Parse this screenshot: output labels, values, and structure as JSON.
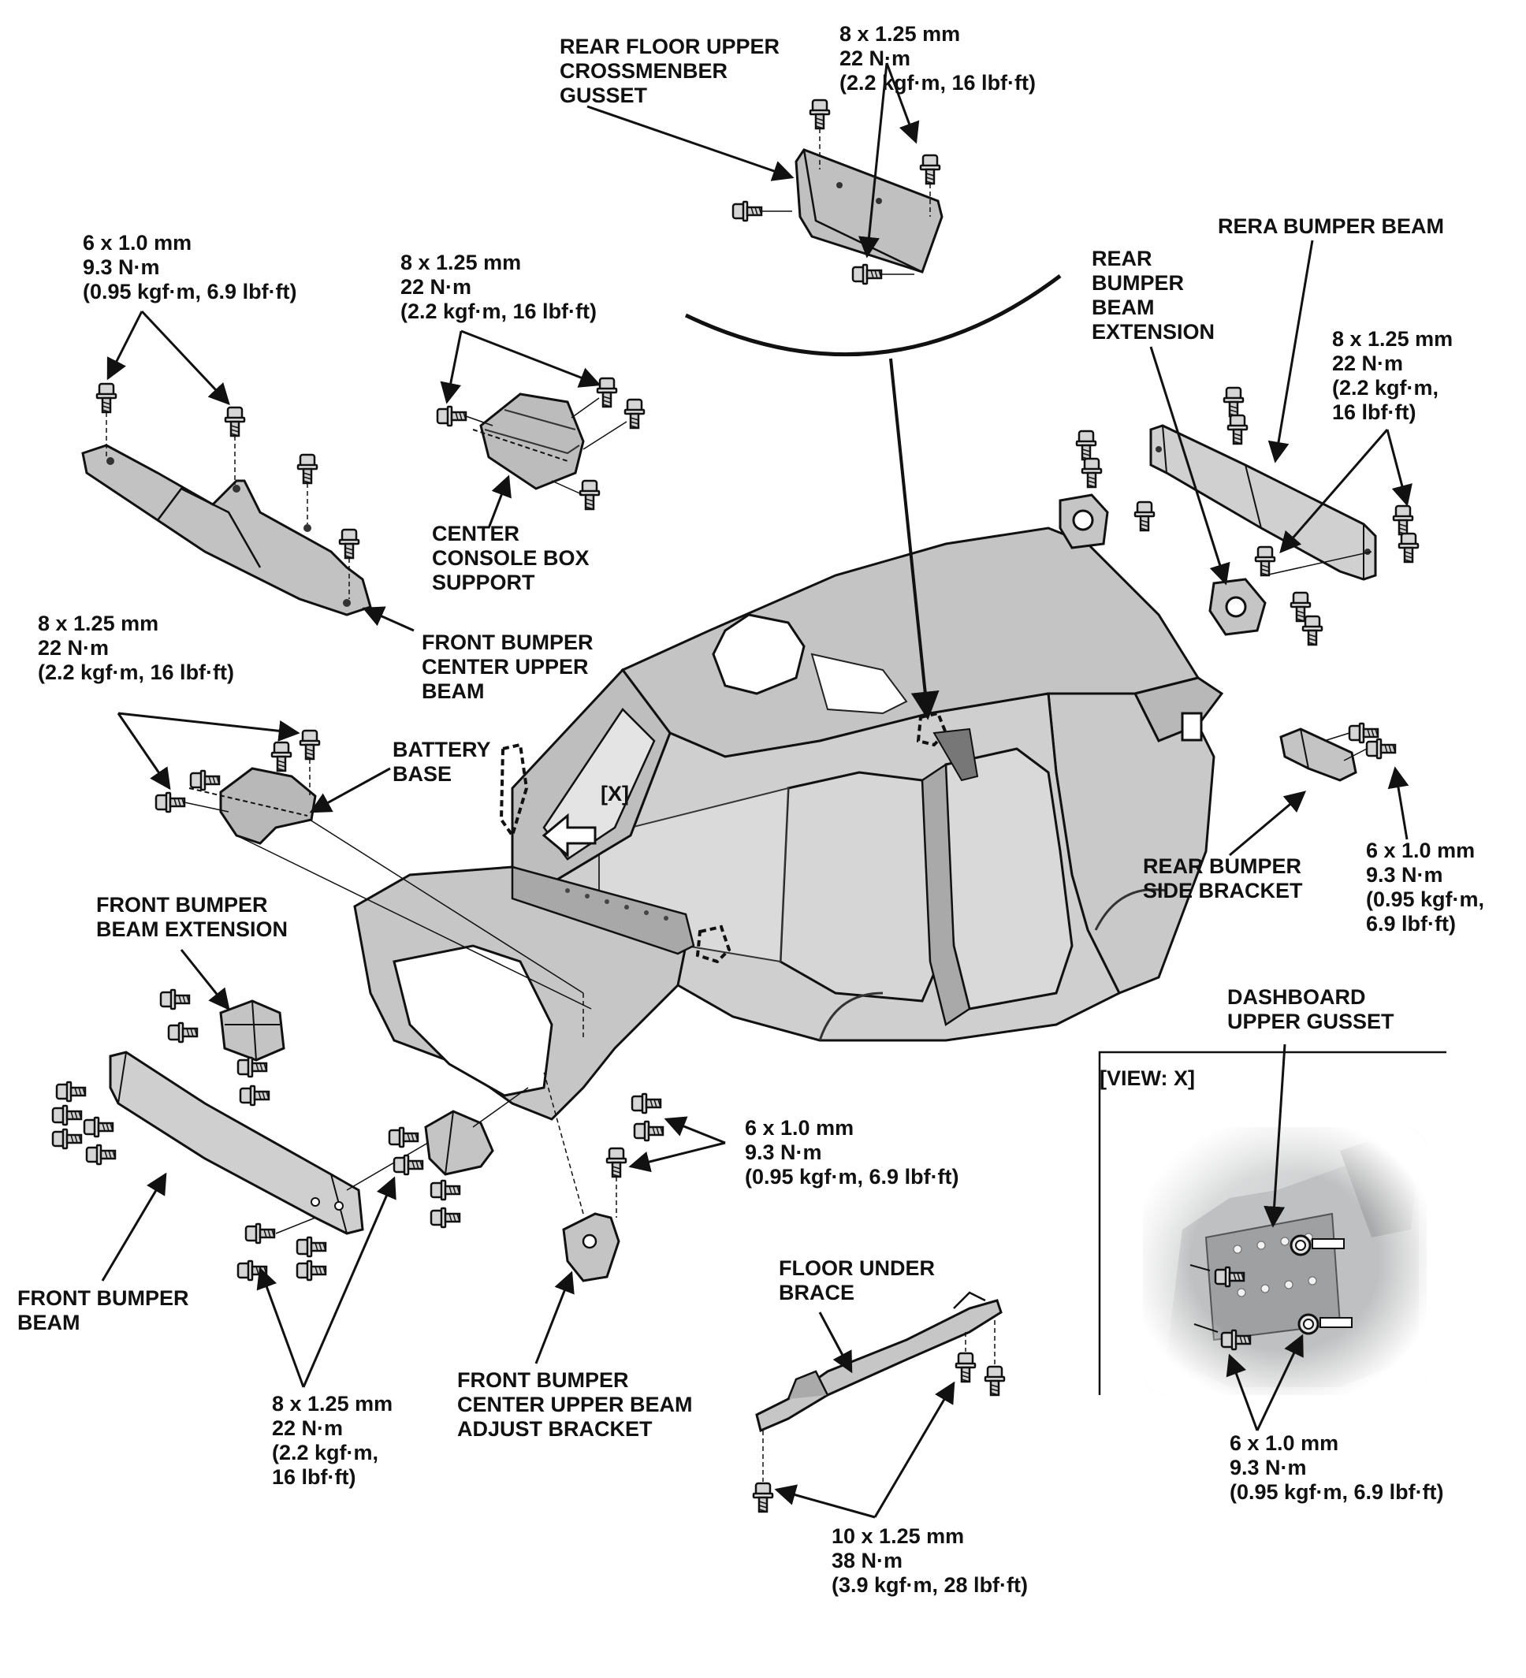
{
  "colors": {
    "ink": "#111111",
    "body_fill": "#c8c8c8",
    "body_dark": "#9a9a9a",
    "part_fill": "#bdbdbd",
    "photo_bg": "#d9dadb"
  },
  "labels": {
    "rear_floor_gusset": [
      "REAR FLOOR UPPER",
      "CROSSMENBER",
      "GUSSET"
    ],
    "spec_top": [
      "8 x 1.25 mm",
      "22 N·m",
      "(2.2 kgf·m, 16 lbf·ft)"
    ],
    "spec_front_upper": [
      "6 x 1.0 mm",
      "9.3 N·m",
      "(0.95 kgf·m, 6.9 lbf·ft)"
    ],
    "spec_console": [
      "8 x 1.25 mm",
      "22 N·m",
      "(2.2 kgf·m, 16 lbf·ft)"
    ],
    "rear_bumper_beam": [
      "RERA BUMPER BEAM"
    ],
    "rear_bumper_ext": [
      "REAR",
      "BUMPER",
      "BEAM",
      "EXTENSION"
    ],
    "spec_rear_beam": [
      "8 x 1.25 mm",
      "22 N·m",
      "(2.2 kgf·m,",
      "16 lbf·ft)"
    ],
    "center_console": [
      "CENTER",
      "CONSOLE BOX",
      "SUPPORT"
    ],
    "front_upper_beam": [
      "FRONT BUMPER",
      "CENTER UPPER",
      "BEAM"
    ],
    "spec_battery": [
      "8 x 1.25 mm",
      "22 N·m",
      "(2.2 kgf·m, 16 lbf·ft)"
    ],
    "battery_base": [
      "BATTERY",
      "BASE"
    ],
    "view_marker": "[X]",
    "rear_side_bracket": [
      "REAR BUMPER",
      "SIDE BRACKET"
    ],
    "spec_rear_side": [
      "6 x 1.0 mm",
      "9.3 N·m",
      "(0.95 kgf·m,",
      "6.9 lbf·ft)"
    ],
    "front_beam_ext": [
      "FRONT BUMPER",
      "BEAM EXTENSION"
    ],
    "dashboard_gusset": [
      "DASHBOARD",
      "UPPER GUSSET"
    ],
    "view_x": "[VIEW: X]",
    "spec_adjust": [
      "6 x 1.0 mm",
      "9.3 N·m",
      "(0.95 kgf·m, 6.9 lbf·ft)"
    ],
    "front_bumper_beam": [
      "FRONT BUMPER",
      "BEAM"
    ],
    "floor_under_brace": [
      "FLOOR UNDER",
      "BRACE"
    ],
    "spec_front_beam": [
      "8 x 1.25 mm",
      "22 N·m",
      "(2.2 kgf·m,",
      "16 lbf·ft)"
    ],
    "adjust_bracket": [
      "FRONT BUMPER",
      "CENTER UPPER BEAM",
      "ADJUST BRACKET"
    ],
    "spec_dashboard": [
      "6 x 1.0 mm",
      "9.3 N·m",
      "(0.95 kgf·m, 6.9 lbf·ft)"
    ],
    "spec_floor": [
      "10 x 1.25 mm",
      "38 N·m",
      "(3.9 kgf·m, 28 lbf·ft)"
    ]
  }
}
